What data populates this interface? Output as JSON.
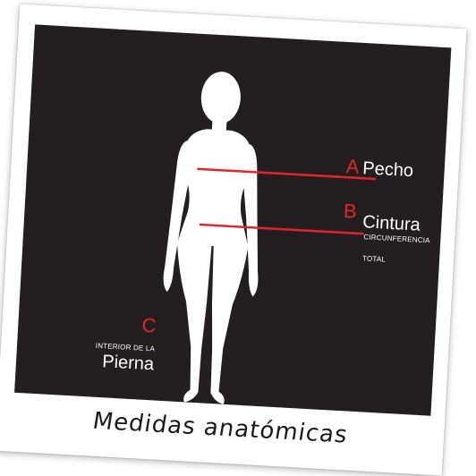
{
  "measurements": {
    "a": {
      "letter": "A",
      "name": "Pecho"
    },
    "b": {
      "letter": "B",
      "name": "Cintura",
      "note_line1": "CIRCUNFERENCIA",
      "note_line2": "TOTAL"
    },
    "c": {
      "letter": "C",
      "note": "INTERIOR DE LA",
      "name": "Pierna"
    }
  },
  "caption": "Medidas anatómicas",
  "colors": {
    "background": "#231f20",
    "accent": "#e0262b",
    "silhouette": "#ffffff",
    "frame": "#ffffff"
  }
}
